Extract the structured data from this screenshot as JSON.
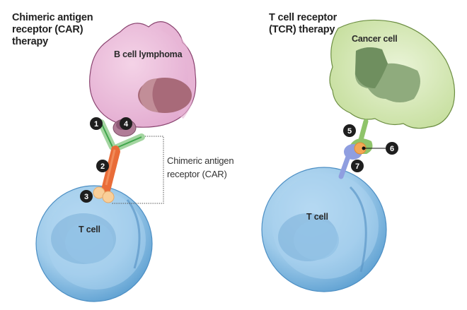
{
  "panels": {
    "car": {
      "title_lines": [
        "Chimeric antigen",
        "receptor (CAR)",
        "therapy"
      ],
      "target_cell_label": "B cell lymphoma",
      "effector_cell_label": "T cell",
      "annotation_lines": [
        "Chimeric antigen",
        "receptor (CAR)"
      ],
      "markers": [
        "1",
        "2",
        "3",
        "4"
      ]
    },
    "tcr": {
      "title_lines": [
        "T cell receptor",
        "(TCR) therapy"
      ],
      "target_cell_label": "Cancer cell",
      "effector_cell_label": "T cell",
      "markers": [
        "5",
        "6",
        "7"
      ]
    }
  },
  "colors": {
    "b_cell": "#ecbfdc",
    "b_cell_nucleus": "#a96b78",
    "cancer_cell": "#cfe3aa",
    "cancer_nucleus": "#7d9a6e",
    "t_cell": "#9fcbea",
    "car_orange": "#ea6d3a",
    "car_green": "#8fca8a",
    "marker": "#1e1e1e"
  }
}
